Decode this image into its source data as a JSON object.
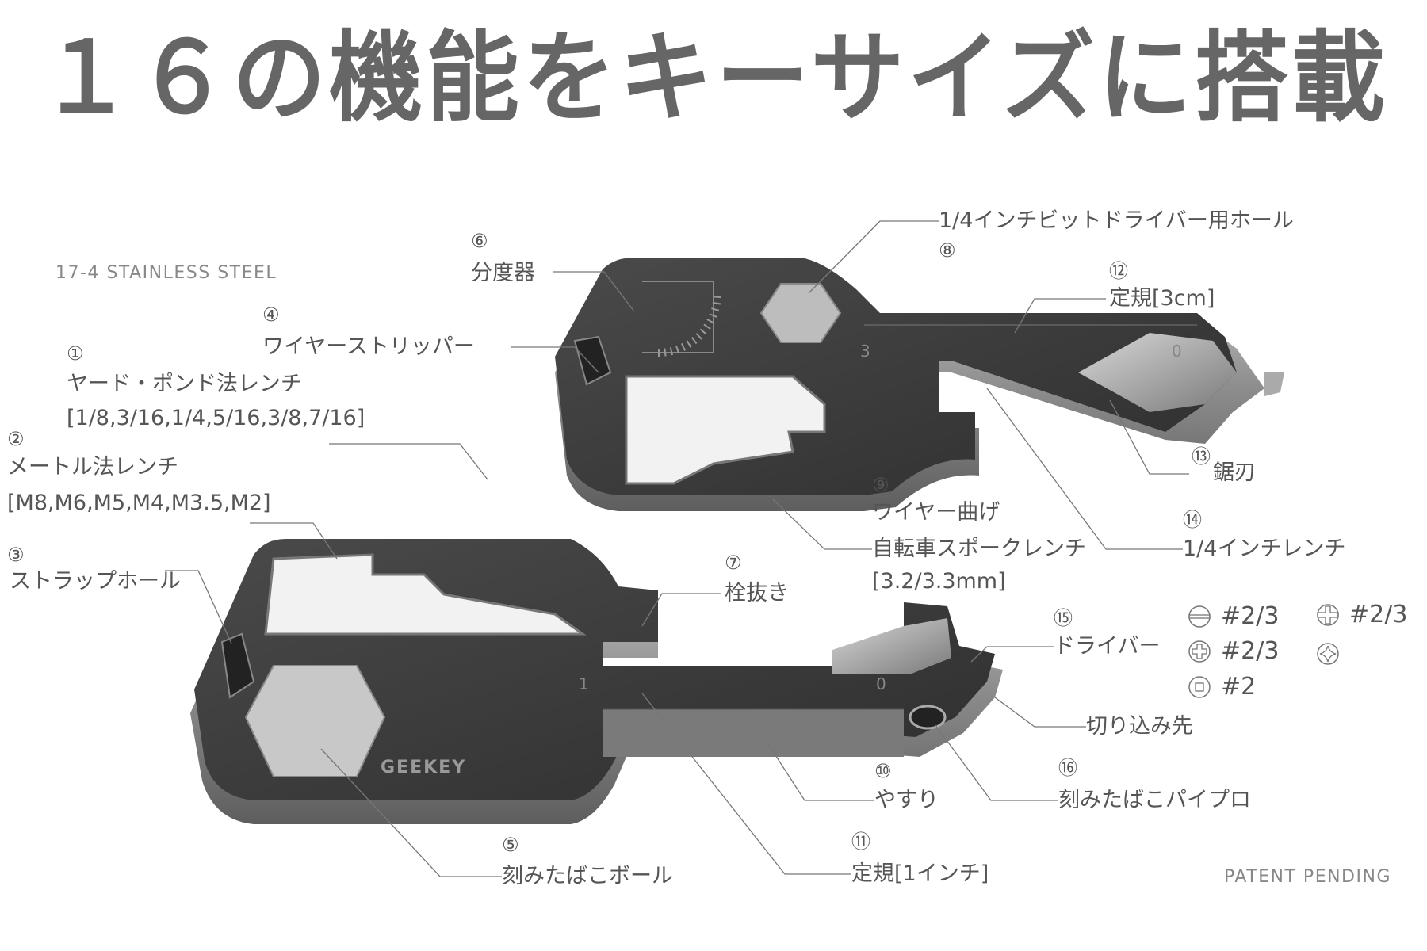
{
  "title": "１６の機能をキーサイズに搭載",
  "material": "17-4 STAINLESS STEEL",
  "patent": "PATENT PENDING",
  "brand_logo": "GEEKEY",
  "features": [
    {
      "num": "①",
      "label": "ヤード・ポンド法レンチ",
      "detail": "[1/8,3/16,1/4,5/16,3/8,7/16]"
    },
    {
      "num": "②",
      "label": "メートル法レンチ",
      "detail": "[M8,M6,M5,M4,M3.5,M2]"
    },
    {
      "num": "③",
      "label": "ストラップホール"
    },
    {
      "num": "④",
      "label": "ワイヤーストリッパー"
    },
    {
      "num": "⑤",
      "label": "刻みたばこボール"
    },
    {
      "num": "⑥",
      "label": "分度器"
    },
    {
      "num": "⑦",
      "label": "栓抜き"
    },
    {
      "num": "⑧",
      "label": "1/4インチビットドライバー用ホール"
    },
    {
      "num": "⑨",
      "label": "ワイヤー曲げ",
      "label2": "自転車スポークレンチ",
      "detail": "[3.2/3.3mm]"
    },
    {
      "num": "⑩",
      "label": "やすり"
    },
    {
      "num": "⑪",
      "label": "定規[1インチ]"
    },
    {
      "num": "⑫",
      "label": "定規[3cm]"
    },
    {
      "num": "⑬",
      "label": "鋸刃"
    },
    {
      "num": "⑭",
      "label": "1/4インチレンチ"
    },
    {
      "num": "⑮",
      "label": "ドライバー"
    },
    {
      "num": "⑯",
      "label": "刻みたばこパイプロ"
    }
  ],
  "notch_tip": "切り込み先",
  "driver_types": [
    {
      "icon": "slotted-screw-icon",
      "size": "#2/3"
    },
    {
      "icon": "phillips-screw-icon",
      "size": "#2/3"
    },
    {
      "icon": "square-screw-icon",
      "size": "#2"
    },
    {
      "icon": "combo-screw-icon",
      "size": "#2/3"
    },
    {
      "icon": "pozi-screw-icon",
      "size": ""
    }
  ],
  "ruler_marks": {
    "top_key": [
      "3",
      "0"
    ],
    "bottom_key": [
      "1",
      "0"
    ]
  },
  "colors": {
    "title": "#666666",
    "text": "#555555",
    "metal_dark": "#3a3a3a",
    "metal_edge": "#9a9a9a",
    "leader": "#777777"
  }
}
